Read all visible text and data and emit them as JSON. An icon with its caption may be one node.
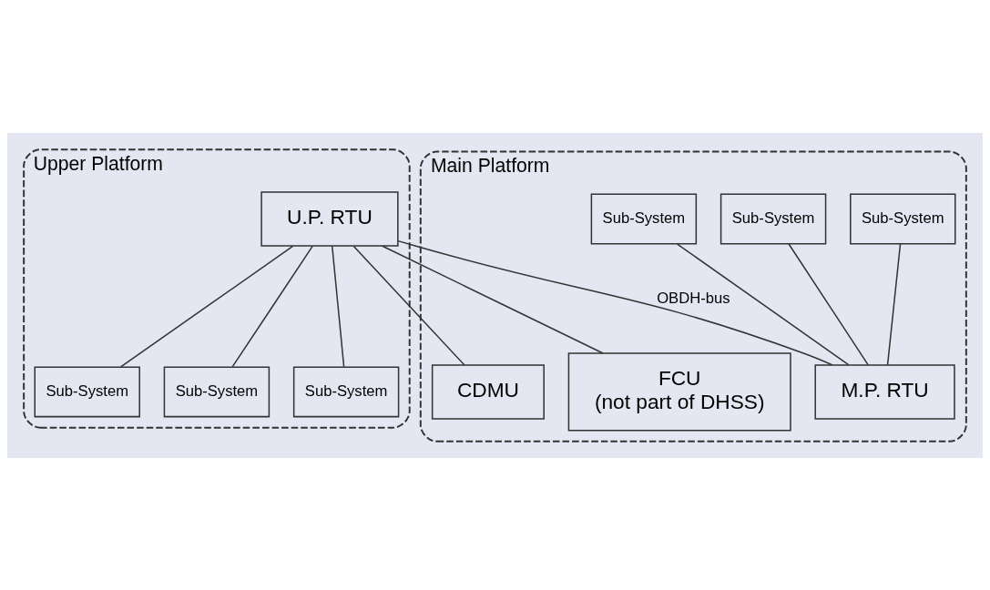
{
  "diagram": {
    "nodes": [
      {
        "text": [
          "Upper Platform"
        ]
      },
      {
        "text": [
          "U.P. RTU"
        ],
        "in": 0
      },
      {
        "text": [
          "Sub-System"
        ],
        "in": 0
      },
      {
        "text": [
          "Sub-System"
        ],
        "in": 0
      },
      {
        "text": [
          "Sub-System"
        ],
        "in": 0
      },
      {
        "text": [
          "Main Platform"
        ]
      },
      {
        "text": [
          "Sub-System"
        ],
        "in": 5
      },
      {
        "text": [
          "Sub-System"
        ],
        "in": 5
      },
      {
        "text": [
          "Sub-System"
        ],
        "in": 5
      },
      {
        "text": [
          "M.P. RTU"
        ],
        "in": 5
      },
      {
        "text": [
          "CDMU"
        ],
        "in": 5
      },
      {
        "text": [
          "FCU",
          "(not part of DHSS)"
        ],
        "in": 5
      }
    ],
    "edges": [
      {
        "from": 1,
        "to": 2,
        "arrow": "none"
      },
      {
        "from": 1,
        "to": 3,
        "arrow": "none"
      },
      {
        "from": 1,
        "to": 4,
        "arrow": "none"
      },
      {
        "from": 1,
        "to": 9,
        "arrow": "none",
        "label": "OBDH-bus"
      },
      {
        "from": 1,
        "to": 10,
        "arrow": "none"
      },
      {
        "from": 1,
        "to": 11,
        "arrow": "none"
      },
      {
        "from": 6,
        "to": 9,
        "arrow": "none"
      },
      {
        "from": 7,
        "to": 9,
        "arrow": "none"
      },
      {
        "from": 8,
        "to": 9,
        "arrow": "none"
      }
    ]
  }
}
